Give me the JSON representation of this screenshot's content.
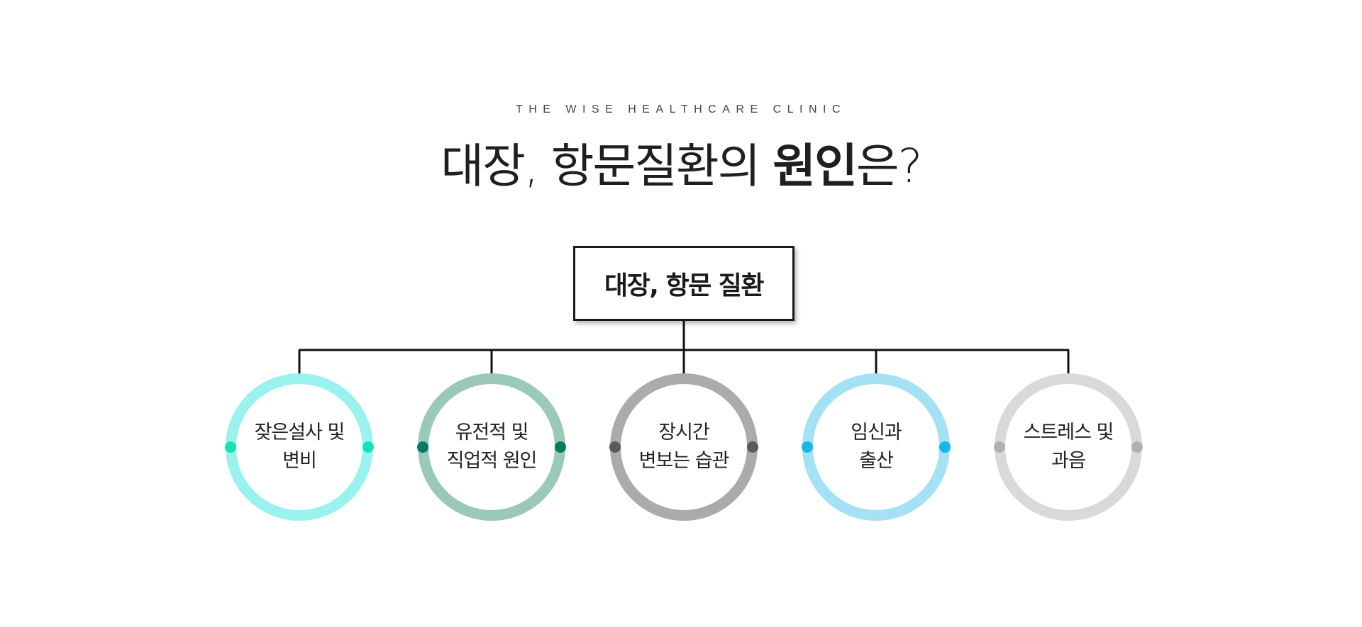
{
  "header": {
    "subtitle": "THE WISE HEALTHCARE CLINIC",
    "title_prefix": "대장, 항문질환의 ",
    "title_emphasis": "원인",
    "title_suffix": "은?"
  },
  "diagram": {
    "root": {
      "label": "대장, 항문 질환"
    },
    "line_color": "#111111",
    "causes": [
      {
        "line1": "잦은설사 및",
        "line2": "변비",
        "ring_color": "#9af2ef",
        "dot_color": "#13e3b8"
      },
      {
        "line1": "유전적 및",
        "line2": "직업적 원인",
        "ring_color": "#9ac8b9",
        "dot_color": "#0a7a63"
      },
      {
        "line1": "장시간",
        "line2": "변보는 습관",
        "ring_color": "#ababab",
        "dot_color": "#5a5a5a"
      },
      {
        "line1": "임신과",
        "line2": "출산",
        "ring_color": "#a5e1f5",
        "dot_color": "#13b8ea"
      },
      {
        "line1": "스트레스 및",
        "line2": "과음",
        "ring_color": "#d9d9d9",
        "dot_color": "#b0b0b0"
      }
    ]
  }
}
